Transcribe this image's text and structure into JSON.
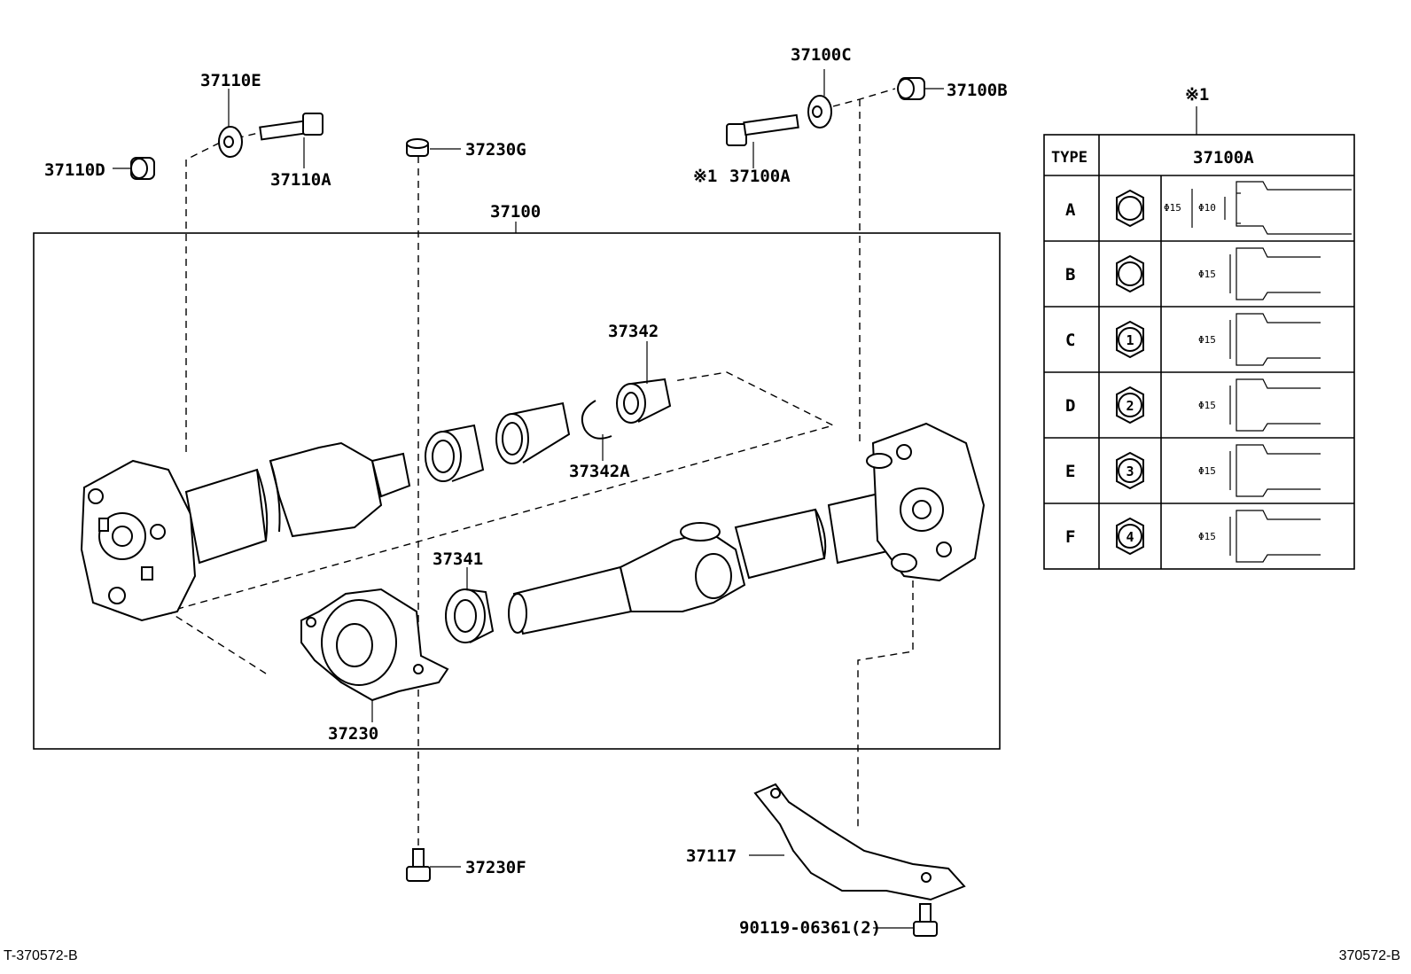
{
  "labels": {
    "p37110E": "37110E",
    "p37110D": "37110D",
    "p37110A": "37110A",
    "p37230G": "37230G",
    "p37100C": "37100C",
    "p37100B": "37100B",
    "p37100A_mark": "※1",
    "p37100A": "37100A",
    "p37100": "37100",
    "p37342": "37342",
    "p37342A": "37342A",
    "p37341": "37341",
    "p37230": "37230",
    "p37230F": "37230F",
    "p37117": "37117",
    "p90119": "90119-06361(2)"
  },
  "table": {
    "mark": "※1",
    "header_type": "TYPE",
    "header_part": "37100A",
    "rows": [
      {
        "type": "A",
        "badge": "",
        "dims": [
          "Φ15",
          "Φ10"
        ]
      },
      {
        "type": "B",
        "badge": "",
        "dims": [
          "Φ15"
        ]
      },
      {
        "type": "C",
        "badge": "1",
        "dims": [
          "Φ15"
        ]
      },
      {
        "type": "D",
        "badge": "2",
        "dims": [
          "Φ15"
        ]
      },
      {
        "type": "E",
        "badge": "3",
        "dims": [
          "Φ15"
        ]
      },
      {
        "type": "F",
        "badge": "4",
        "dims": [
          "Φ15"
        ]
      }
    ]
  },
  "footer": {
    "left": "T-370572-B",
    "right": "370572-B"
  }
}
